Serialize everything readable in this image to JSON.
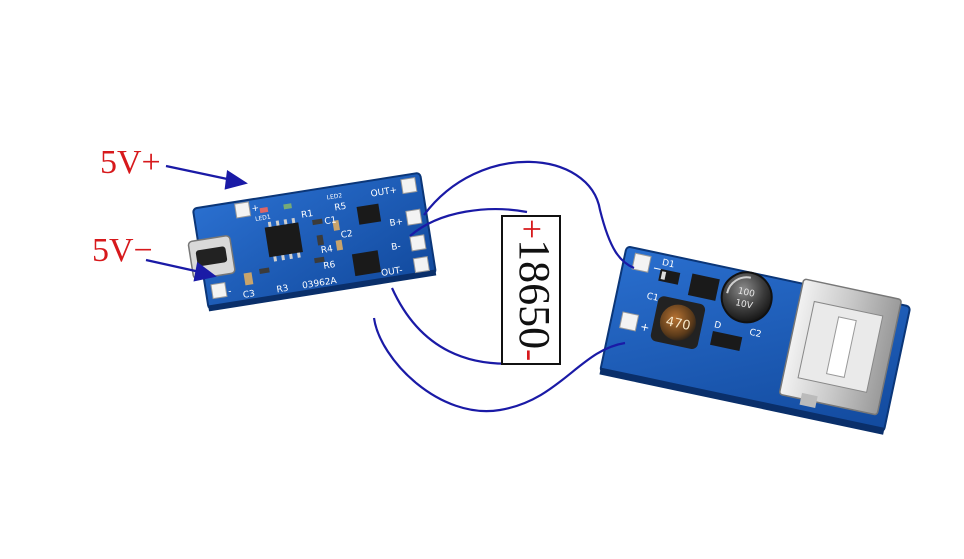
{
  "labels": {
    "input_positive": "5V+",
    "input_negative": "5V−"
  },
  "battery": {
    "positive": "+",
    "model": "18650",
    "negative": "-"
  },
  "charger_board": {
    "silkscreen": {
      "plus": "+",
      "minus": "-",
      "out_plus": "OUT+",
      "out_minus": "OUT-",
      "b_plus": "B+",
      "b_minus": "B-",
      "c1": "C1",
      "c2": "C2",
      "c3": "C3",
      "r1": "R1",
      "r3": "R3",
      "r4": "R4",
      "r5": "R5",
      "r6": "R6",
      "led1": "LED1",
      "led2": "LED2",
      "part_code": "03962A"
    }
  },
  "boost_board": {
    "silkscreen": {
      "minus": "−",
      "plus": "+",
      "d1": "D1",
      "d": "D",
      "c2": "C2",
      "c1": "C1",
      "inductor": "470",
      "capacitor_value": "100",
      "capacitor_voltage": "10V"
    }
  },
  "colors": {
    "wire": "#1a1aa6",
    "label_red": "#d7191c",
    "pcb_blue": "#1f5db3",
    "pcb_dark": "#0e3f8c"
  }
}
